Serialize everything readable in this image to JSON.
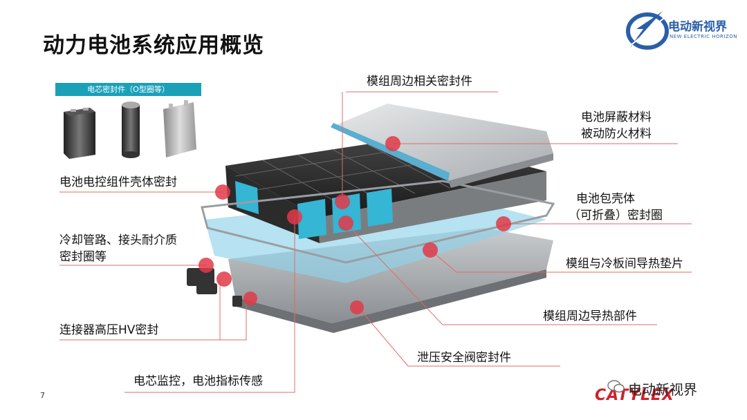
{
  "title": "动力电池系统应用概览",
  "logo": {
    "name": "电动新视界",
    "subtitle": "NEW ELECTRIC HORIZON"
  },
  "cell_banner": "电芯密封件（O型圈等）",
  "labels": {
    "module_seal": "模组周边相关密封件",
    "shield_1": "电池屏蔽材料",
    "shield_2": "被动防火材料",
    "bms_housing": "电池电控组件壳体密封",
    "pack_1": "电池包壳体",
    "pack_2": "（可折叠）密封圈",
    "cooling_1": "冷却管路、接头耐介质",
    "cooling_2": "密封圈等",
    "thermal_pad": "模组与冷板间导热垫片",
    "thermal_part": "模组周边导热部件",
    "hv_seal": "连接器高压HV密封",
    "vent_seal": "泄压安全阀密封件",
    "sensor": "电芯监控，电池指标传感"
  },
  "page_number": "7",
  "wechat_brand": "电动新视界",
  "partner_logo": "CATYLEX",
  "colors": {
    "accent": "#1aa1b8",
    "line": "#e06a6a",
    "marker": "#e03a48",
    "logo_blue": "#2a5fa8"
  }
}
